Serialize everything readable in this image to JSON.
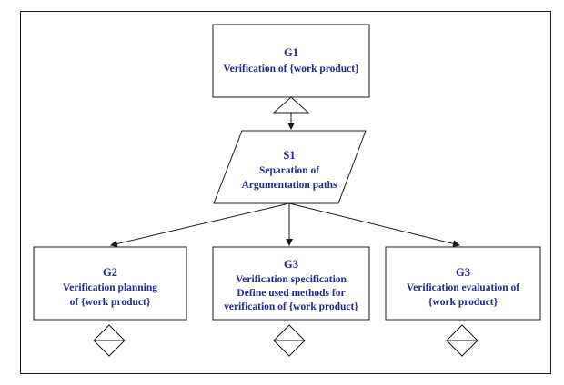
{
  "diagram": {
    "goal_top": {
      "id": "G1",
      "lines": [
        "Verification of {work product}"
      ]
    },
    "strategy": {
      "id": "S1",
      "lines": [
        "Separation of",
        "Argumentation paths"
      ]
    },
    "goal_left": {
      "id": "G2",
      "lines": [
        "Verification  planning",
        "of {work product}"
      ]
    },
    "goal_center": {
      "id": "G3",
      "lines": [
        "Verification specification",
        "Define used methods for",
        "verification of {work product}"
      ]
    },
    "goal_right": {
      "id": "G3",
      "lines": [
        "Verification  evaluation  of",
        "{work product}"
      ]
    }
  }
}
